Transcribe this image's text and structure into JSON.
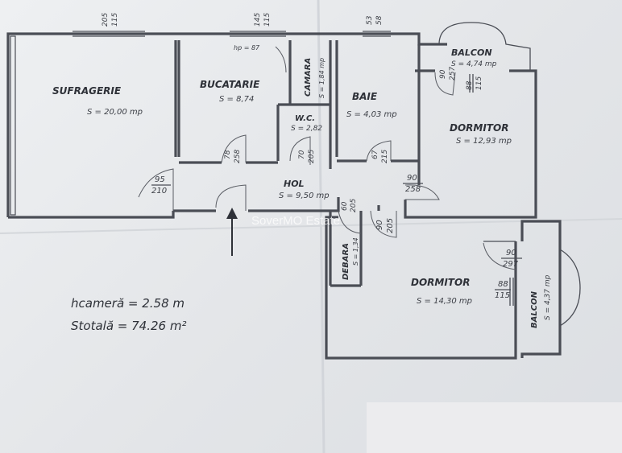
{
  "plan": {
    "rooms": [
      {
        "id": "sufragerie",
        "name": "SUFRAGERIE",
        "area": "S = 20,00 mp"
      },
      {
        "id": "bucatarie",
        "name": "BUCATARIE",
        "area": "S = 8,74"
      },
      {
        "id": "camara",
        "name": "CAMARA",
        "area": "S = 1,84 mp"
      },
      {
        "id": "baie",
        "name": "BAIE",
        "area": "S = 4,03 mp"
      },
      {
        "id": "wc",
        "name": "W.C.",
        "area": "S = 2,82"
      },
      {
        "id": "balcon1",
        "name": "BALCON",
        "area": "S = 4,74 mp"
      },
      {
        "id": "dormitor1",
        "name": "DORMITOR",
        "area": "S = 12,93 mp"
      },
      {
        "id": "hol",
        "name": "HOL",
        "area": "S = 9,50 mp"
      },
      {
        "id": "debara",
        "name": "DEBARA",
        "area": "S = 1,34"
      },
      {
        "id": "dormitor2",
        "name": "DORMITOR",
        "area": "S = 14,30 mp"
      },
      {
        "id": "balcon2",
        "name": "BALCON",
        "area": "S = 4,37 mp"
      }
    ],
    "dimensions": {
      "w_sufragerie": [
        "205",
        "115"
      ],
      "w_bucatarie": [
        "145",
        "115"
      ],
      "w_baie": [
        "53",
        "58"
      ],
      "hp": "hp = 87",
      "d_bucatarie": [
        "78",
        "258"
      ],
      "d_wc": [
        "70",
        "205"
      ],
      "d_baie": [
        "67",
        "215"
      ],
      "d_sufragerie": [
        "95",
        "210"
      ],
      "d_dormitor1": [
        "90",
        "258"
      ],
      "d_balcon1": [
        "90",
        "257"
      ],
      "w_dormitor1": [
        "88",
        "115"
      ],
      "d_debara": [
        "60",
        "205"
      ],
      "d_dormitor2": [
        "90",
        "205"
      ],
      "d_balcon2": [
        "90",
        "297"
      ],
      "w_dormitor2": [
        "88",
        "115"
      ]
    },
    "summary": {
      "height_line": "hcameră = 2.58 m",
      "total_line": "Stotală = 74.26 m²"
    },
    "watermark": "SoverMO Estate"
  },
  "colors": {
    "ink": "#2e3138",
    "paper": "#e8eaed"
  }
}
